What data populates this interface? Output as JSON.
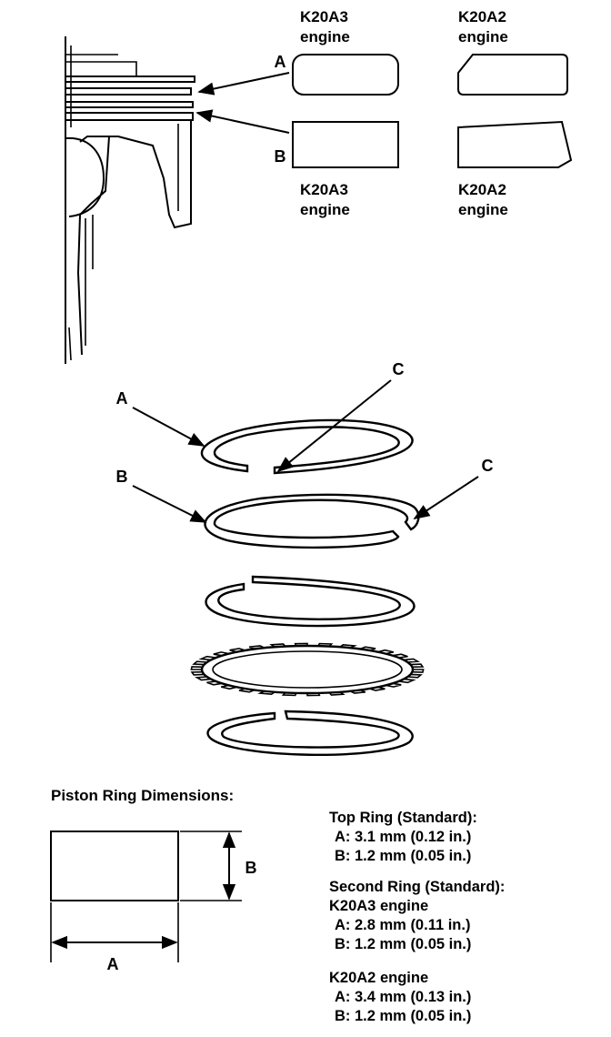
{
  "piston_section": {
    "col_top_left": "K20A3\nengine",
    "col_top_right": "K20A2\nengine",
    "col_bottom_left": "K20A3\nengine",
    "col_bottom_right": "K20A2\nengine",
    "label_a": "A",
    "label_b": "B"
  },
  "ring_stack": {
    "label_a": "A",
    "label_b": "B",
    "label_c_top": "C",
    "label_c_right": "C"
  },
  "dimensions": {
    "heading": "Piston Ring Dimensions:",
    "label_b": "B",
    "label_a": "A",
    "top_ring": {
      "title": "Top Ring (Standard):",
      "a": "A: 3.1 mm (0.12 in.)",
      "b": "B: 1.2 mm (0.05 in.)"
    },
    "second_ring": {
      "title": "Second Ring (Standard):",
      "k20a3_title": "K20A3 engine",
      "k20a3_a": "A: 2.8 mm (0.11 in.)",
      "k20a3_b": "B: 1.2 mm (0.05 in.)",
      "k20a2_title": "K20A2 engine",
      "k20a2_a": "A: 3.4 mm (0.13 in.)",
      "k20a2_b": "B: 1.2 mm (0.05 in.)"
    }
  }
}
